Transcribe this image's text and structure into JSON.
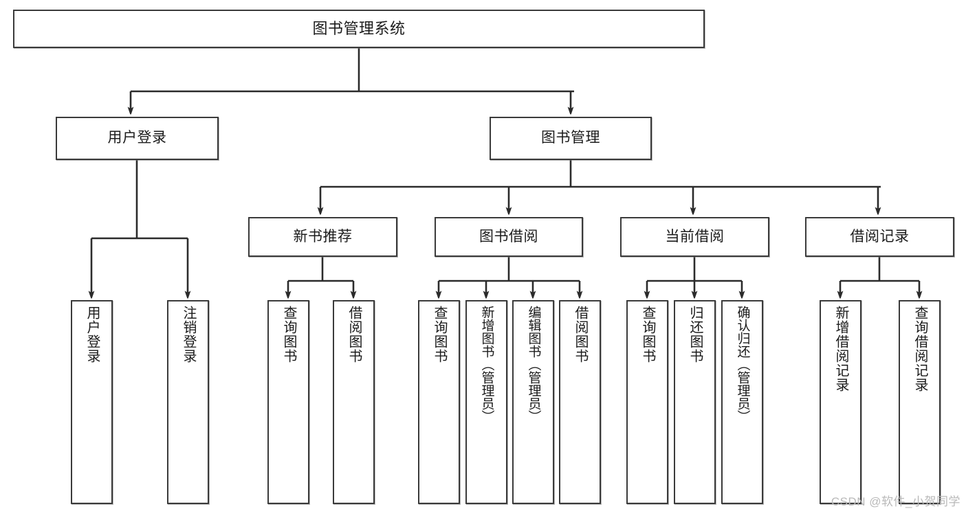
{
  "diagram": {
    "title": "图书管理系统",
    "watermark": "CSDN @软件_小贺同学",
    "colors": {
      "box_border": "#3a3a3a",
      "box_fill": "#ffffff",
      "line": "#2b2b2b",
      "text": "#1b1b1b",
      "watermark": "#b9b9b9"
    },
    "levels": {
      "level1": [
        {
          "id": "root",
          "label": "图书管理系统"
        }
      ],
      "level2": [
        {
          "id": "user-login",
          "label": "用户登录"
        },
        {
          "id": "book-manage",
          "label": "图书管理"
        }
      ],
      "level3": [
        {
          "id": "new-book-rec",
          "label": "新书推荐",
          "parent": "book-manage"
        },
        {
          "id": "book-borrow",
          "label": "图书借阅",
          "parent": "book-manage"
        },
        {
          "id": "current-borrow",
          "label": "当前借阅",
          "parent": "book-manage"
        },
        {
          "id": "borrow-record",
          "label": "借阅记录",
          "parent": "book-manage"
        }
      ],
      "level4": [
        {
          "id": "leaf-user-login",
          "label": "用户登录",
          "parent": "user-login"
        },
        {
          "id": "leaf-logout",
          "label": "注销登录",
          "parent": "user-login"
        },
        {
          "id": "leaf-query-book-1",
          "label": "查询图书",
          "parent": "new-book-rec"
        },
        {
          "id": "leaf-borrow-book-1",
          "label": "借阅图书",
          "parent": "new-book-rec"
        },
        {
          "id": "leaf-query-book-2",
          "label": "查询图书",
          "parent": "book-borrow"
        },
        {
          "id": "leaf-add-book",
          "label": "新增图书（管理员）",
          "parent": "book-borrow"
        },
        {
          "id": "leaf-edit-book",
          "label": "编辑图书（管理员）",
          "parent": "book-borrow"
        },
        {
          "id": "leaf-borrow-book-2",
          "label": "借阅图书",
          "parent": "book-borrow"
        },
        {
          "id": "leaf-query-book-3",
          "label": "查询图书",
          "parent": "current-borrow"
        },
        {
          "id": "leaf-return-book",
          "label": "归还图书",
          "parent": "current-borrow"
        },
        {
          "id": "leaf-confirm-return",
          "label": "确认归还（管理员）",
          "parent": "current-borrow"
        },
        {
          "id": "leaf-add-record",
          "label": "新增借阅记录",
          "parent": "borrow-record"
        },
        {
          "id": "leaf-query-record",
          "label": "查询借阅记录",
          "parent": "borrow-record"
        }
      ]
    }
  }
}
